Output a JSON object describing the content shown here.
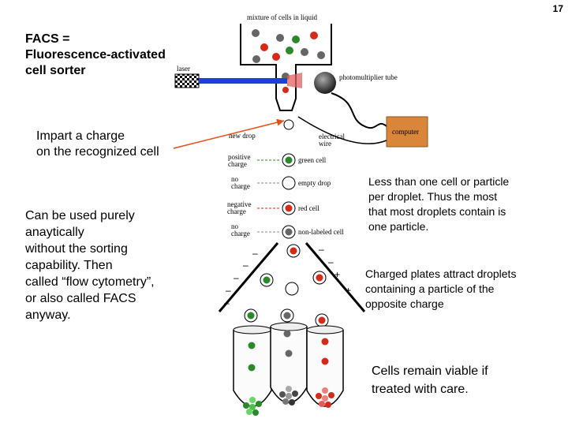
{
  "page_number": "17",
  "title": "FACS =\nFluorescence-activated\ncell sorter",
  "notes": {
    "charge": "Impart a charge\non the recognized cell",
    "analytic": "Can be used purely\nanaytically\nwithout the sorting\ncapability. Then\ncalled “flow cytometry”,\nor also called FACS\nanyway.",
    "droplet": "Less than one cell or particle\nper droplet. Thus the most\nthat most droplets contain is\none particle.",
    "plates": "Charged plates attract droplets\ncontaining a particle of the\nopposite charge",
    "viable": "Cells remain viable if\ntreated with care."
  },
  "diagram": {
    "mixture": "mixture of cells in liquid",
    "laser": "laser",
    "photomultiplier": "photomultiplier tube",
    "new_drop": "new drop",
    "electrical_wire": "electrical\nwire",
    "computer": "computer",
    "drops": [
      {
        "charge": "positive\ncharge",
        "label": "green cell"
      },
      {
        "charge": "no\ncharge",
        "label": "empty drop"
      },
      {
        "charge": "negative\ncharge",
        "label": "red cell"
      },
      {
        "charge": "no\ncharge",
        "label": "non-labeled cell"
      }
    ]
  },
  "colors": {
    "laser_beam": "#1f3fd6",
    "green_cell": "#2a8a2a",
    "red_cell": "#d42a1a",
    "unlabeled_cell": "#666666",
    "computer": "#d9863a",
    "arrow": "#e0501e"
  }
}
